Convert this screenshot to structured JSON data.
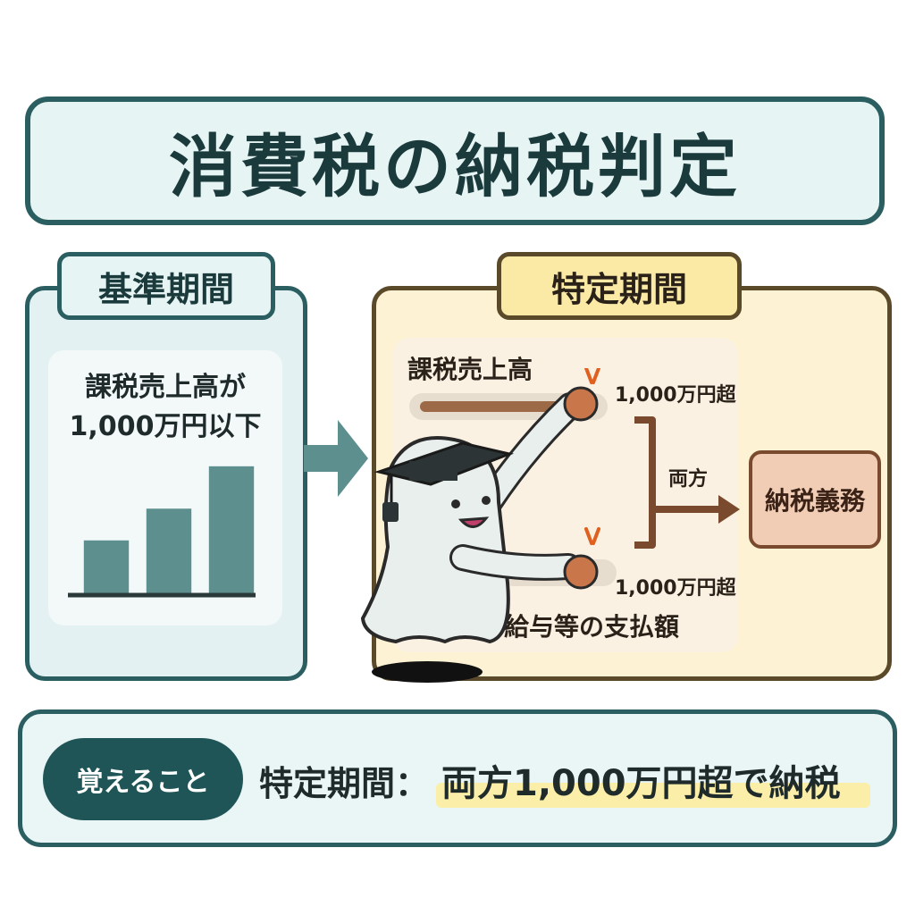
{
  "title": "消費税の納税判定",
  "base_period": {
    "tab_label": "基準期間",
    "condition_line1": "課税売上高が",
    "condition_line2": "1,000万円以下",
    "chart_data": {
      "type": "bar",
      "categories": [
        "",
        "",
        ""
      ],
      "values": [
        1,
        1.6,
        2.4
      ],
      "ylim": [
        0,
        2.6
      ],
      "grid": false,
      "color": "#5e8f8f"
    }
  },
  "specific_period": {
    "tab_label": "特定期間",
    "sales_label": "課税売上高",
    "wages_label": "給与等の支払額",
    "threshold_1": "1,000万円超",
    "threshold_2": "1,000万円超",
    "both_label": "両方",
    "result_label": "納税義務"
  },
  "summary": {
    "badge": "覚えること",
    "heading": "特定期間：",
    "body": "両方1,000万円超で納税"
  },
  "colors": {
    "teal_border": "#2b5e60",
    "brown_border": "#5b4a2a",
    "knob": "#c8764a",
    "highlight": "#fbeea8"
  }
}
